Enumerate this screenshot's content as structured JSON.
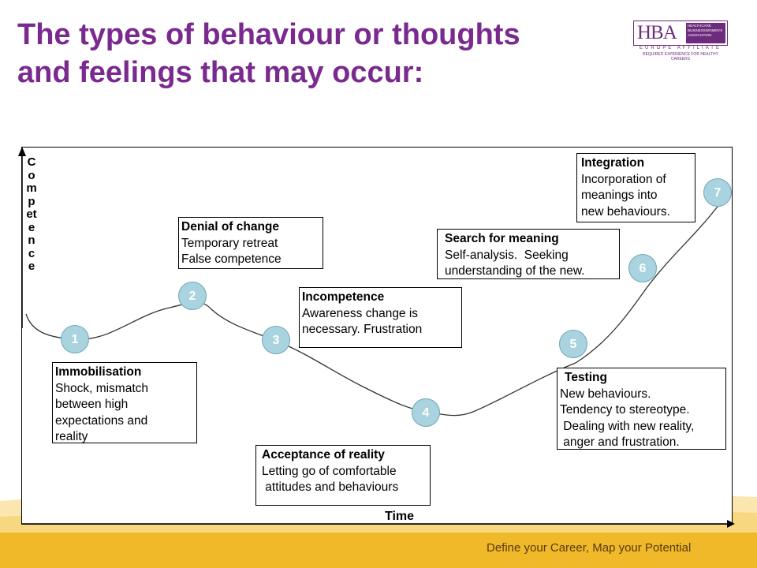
{
  "title": {
    "line1": "The types of behaviour or thoughts",
    "line2": "and feelings that may occur:"
  },
  "logo": {
    "mark": "HBA",
    "sub_line1": "HEALTHCARE",
    "sub_line2": "BUSINESSWOMEN'S",
    "sub_line3": "ASSOCIATION",
    "region": "EUROPE AFFILIATE",
    "tagline": "REQUIRED EXPERIENCE FOR HEALTHY CAREERS"
  },
  "axes": {
    "y_label": "Competence",
    "x_label": "Time"
  },
  "stages": [
    {
      "number": "1",
      "title": "Immobilisation",
      "lines": [
        "Shock, mismatch",
        "between high",
        "expectations and",
        "reality"
      ]
    },
    {
      "number": "2",
      "title": "Denial of change",
      "lines": [
        "Temporary retreat",
        "False competence"
      ]
    },
    {
      "number": "3",
      "title": "Incompetence",
      "lines": [
        "Awareness change is",
        "necessary. Frustration"
      ]
    },
    {
      "number": "4",
      "title": "Acceptance of reality",
      "lines": [
        "Letting go of comfortable",
        " attitudes and behaviours"
      ]
    },
    {
      "number": "5",
      "title": "Testing",
      "lines": [
        "New behaviours.",
        "Tendency to stereotype.",
        " Dealing with new reality,",
        " anger and frustration."
      ]
    },
    {
      "number": "6",
      "title": "Search for meaning",
      "lines": [
        "Self-analysis.  Seeking",
        "understanding of the new."
      ]
    },
    {
      "number": "7",
      "title": "Integration",
      "lines": [
        "Incorporation of",
        "meanings into",
        "new behaviours."
      ]
    }
  ],
  "footer": {
    "tagline": "Define your Career, Map your Potential"
  },
  "colors": {
    "title": "#7a2a8f",
    "stage_circle": "#a9d3df",
    "footer_band": "#efb929"
  }
}
